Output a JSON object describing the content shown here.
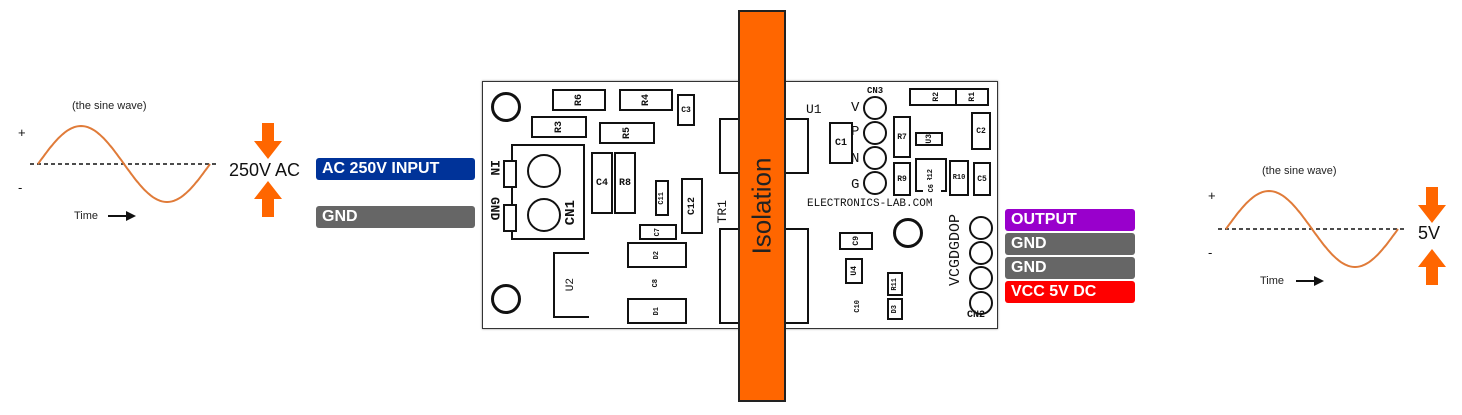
{
  "left_wave": {
    "caption": "(the sine wave)",
    "plus": "+",
    "minus": "-",
    "time": "Time"
  },
  "right_wave": {
    "caption": "(the sine wave)",
    "plus": "+",
    "minus": "-",
    "time": "Time"
  },
  "input_voltage": "250V AC",
  "output_voltage": "5V",
  "labels": {
    "ac_input": "AC 250V INPUT",
    "gnd_input": "GND",
    "output": "OUTPUT",
    "gnd1": "GND",
    "gnd2": "GND",
    "vcc": "VCC 5V DC"
  },
  "colors": {
    "ac_input": "#003399",
    "gnd": "#666666",
    "output": "#9900cc",
    "vcc": "#ff0000",
    "arrow": "#ff6600",
    "isolation": "#ff6600",
    "wave": "#e07b39"
  },
  "isolation": "Isolation",
  "board": {
    "website": "ELECTRONICS-LAB.COM",
    "cn1": "CN1",
    "cn2": "CN2",
    "cn3": "CN3",
    "in_label": "IN",
    "gnd_label": "GND",
    "tr1": "TR1",
    "u1": "U1",
    "u2": "U2",
    "u3": "U3",
    "u4": "U4",
    "cn3_pins": [
      "V",
      "P",
      "N",
      "G"
    ],
    "cn2_pins": "VCGDGDOP",
    "components": {
      "r6": "R6",
      "r4": "R4",
      "c3": "C3",
      "r3": "R3",
      "r5": "R5",
      "c4": "C4",
      "r8": "R8",
      "c11": "C11",
      "c12": "C12",
      "c7": "C7",
      "d2": "D2",
      "c8": "C8",
      "d1": "D1",
      "c1": "C1",
      "r2": "R2",
      "r1": "R1",
      "c2": "C2",
      "r7": "R7",
      "r9": "R9",
      "r12": "R12",
      "c6": "C6",
      "r10": "R10",
      "c5": "C5",
      "c9": "C9",
      "r11": "R11",
      "c10": "C10",
      "d3": "D3"
    }
  }
}
